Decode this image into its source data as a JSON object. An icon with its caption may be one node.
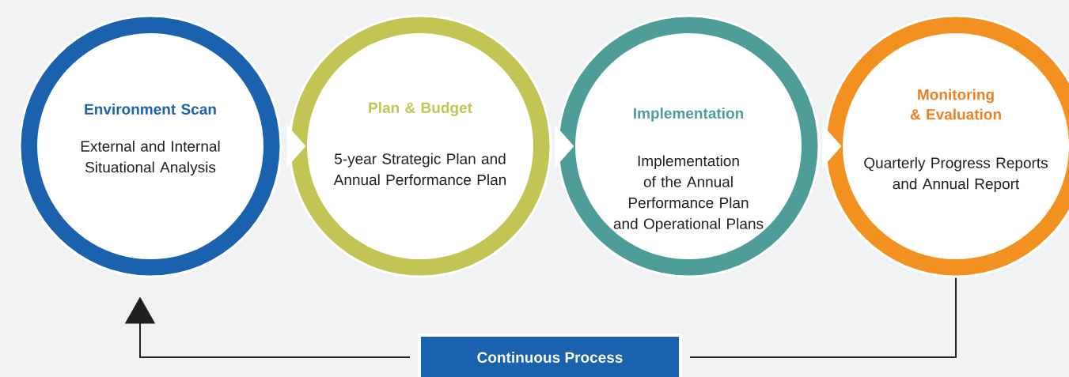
{
  "diagram": {
    "nodes": [
      {
        "text": [
          "Environment Scan",
          "External and Internal Situational Analysis"
        ]
      },
      {
        "text": [
          "Plan & Budget",
          "5-year Strategic Plan and Annual Performance Plan"
        ]
      },
      {
        "text": [
          "Implementation",
          "Implementation of the Annual Performance Plan and Operational Plans"
        ]
      },
      {
        "text": [
          "Monitoring & Evaluation",
          "Quarterly Progress Reports and Annual Report"
        ]
      },
      {
        "text": [
          "Continuous Process"
        ]
      }
    ],
    "edges": [
      {
        "from": 0,
        "to": 1,
        "arrow": "to"
      },
      {
        "from": 1,
        "to": 2,
        "arrow": "to"
      },
      {
        "from": 2,
        "to": 3,
        "arrow": "to"
      },
      {
        "from": 3,
        "to": 4,
        "arrow": "none"
      },
      {
        "from": 4,
        "to": 0,
        "arrow": "to"
      }
    ]
  }
}
